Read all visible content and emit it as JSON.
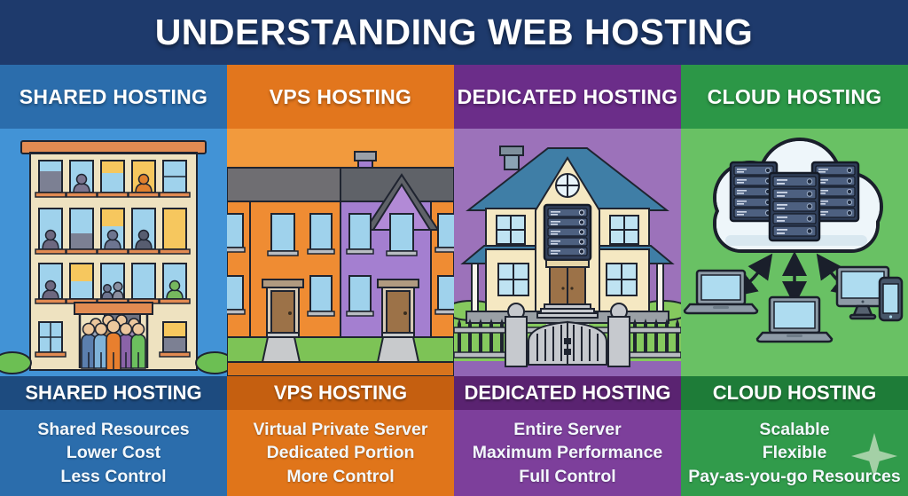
{
  "poster": {
    "title": "UNDERSTANDING WEB HOSTING",
    "title_bar_bg": "#1e3a6c",
    "title_color": "#ffffff"
  },
  "columns": [
    {
      "id": "shared-hosting",
      "header_label": "SHARED HOSTING",
      "footer_heading": "SHARED HOSTING",
      "features": [
        "Shared Resources",
        "Lower Cost",
        "Less Control"
      ],
      "illustration": "apartment-building-with-crowd",
      "colors": {
        "header_bg": "#2b6dac",
        "scene_bg": "#4293d6",
        "footer_heading_bg": "#1d4b7f",
        "footer_bg": "#2b6dac"
      }
    },
    {
      "id": "vps-hosting",
      "header_label": "VPS HOSTING",
      "footer_heading": "VPS HOSTING",
      "features": [
        "Virtual Private Server",
        "Dedicated Portion",
        "More Control"
      ],
      "illustration": "row-of-townhouses",
      "colors": {
        "header_bg": "#e2761d",
        "scene_bg": "#f29a3d",
        "footer_heading_bg": "#c55f10",
        "footer_bg": "#e0751a"
      }
    },
    {
      "id": "dedicated-hosting",
      "header_label": "DEDICATED HOSTING",
      "footer_heading": "DEDICATED HOSTING",
      "features": [
        "Entire Server",
        "Maximum Performance",
        "Full Control"
      ],
      "illustration": "single-house-with-server-rack",
      "colors": {
        "header_bg": "#6b2d89",
        "scene_bg": "#9c72ba",
        "footer_heading_bg": "#5a2371",
        "footer_bg": "#7d3f9b"
      }
    },
    {
      "id": "cloud-hosting",
      "header_label": "CLOUD HOSTING",
      "footer_heading": "CLOUD HOSTING",
      "features": [
        "Scalable",
        "Flexible",
        "Pay-as-you-go Resources"
      ],
      "illustration": "cloud-with-servers-and-devices",
      "decoration": "sparkle",
      "colors": {
        "header_bg": "#2c9747",
        "scene_bg": "#69c164",
        "footer_heading_bg": "#1e7c38",
        "footer_bg": "#319b4b"
      }
    }
  ]
}
